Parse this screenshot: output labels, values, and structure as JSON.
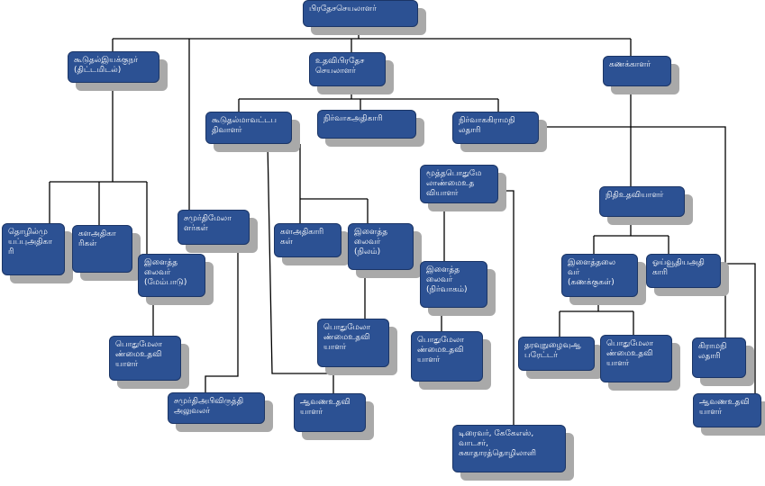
{
  "org_chart": {
    "nodes": [
      {
        "id": "pradesa-seyalalar",
        "label": "பிரதேசசெயலாளர்"
      },
      {
        "id": "kooduthal-iyakkunar",
        "label": "கூடுதல்இயக்குநர்\n(திட்டமிடல்)"
      },
      {
        "id": "uthavi-pradesa-seyalalar",
        "label": "உதவிபிரதேச\nசெயலாளர்"
      },
      {
        "id": "kanakkalar",
        "label": "கணக்காளர்"
      },
      {
        "id": "kooduthal-mavatta-pathivalar",
        "label": "கூடுதல்மாவட்டப\nதிவாளர்"
      },
      {
        "id": "nirvaga-athikari",
        "label": "நிர்வாகஅதிகாரி"
      },
      {
        "id": "nirvaga-grama-niladhari",
        "label": "நிர்வாககிராமநி\nலதாரி"
      },
      {
        "id": "moothth-pothu-melanmai",
        "label": "மூத்தபொதுமே\nலாண்மைஉத\nவியாளர்"
      },
      {
        "id": "samurdhi-melalar",
        "label": "சமுர்திமேலா\nளர்கள்"
      },
      {
        "id": "thozhil-ilappu-athikari",
        "label": "தொழில்மு\nயப்புஅதிகா\nரி"
      },
      {
        "id": "kala-athikarigal-1",
        "label": "களஅதிகா\nரிகள்"
      },
      {
        "id": "ilaiya-thalaivar-membadu",
        "label": "இளைத்த\nலைவர்\n(மேம்பாடு)"
      },
      {
        "id": "kala-athikarigal-2",
        "label": "களஅதிகாரி\nகள்"
      },
      {
        "id": "ilaiya-thalaivar-nilam",
        "label": "இளைத்த\nலைவர்\n(நிலம்)"
      },
      {
        "id": "ilaiya-thalaivar-nirvagam",
        "label": "இளைத்த\nலைவர்\n(நிர்வாகம்)"
      },
      {
        "id": "nithi-uthaviyalar",
        "label": "நிதிஉதவியாளர்"
      },
      {
        "id": "ilaiya-thalaivar-kanakkugal",
        "label": "இளைத்தலை\nவர்\n(கணக்குகள்)"
      },
      {
        "id": "oivoothiya-athikari",
        "label": "ஓய்வூதியஅதி\nகாரி"
      },
      {
        "id": "pothu-melanmai-1",
        "label": "பொதுமேலா\nண்மைஉதவி\nயாளர்"
      },
      {
        "id": "pothu-melanmai-2",
        "label": "பொதுமேலா\nண்மைஉதவி\nயாளர்"
      },
      {
        "id": "pothu-melanmai-3",
        "label": "பொதுமேலா\nண்மைஉதவி\nயாளர்"
      },
      {
        "id": "tharavu-nuzhaivu",
        "label": "தரவுநுழைவுஆ\nபரேட்டர்"
      },
      {
        "id": "pothu-melanmai-4",
        "label": "பொதுமேலா\nண்மைஉதவி\nயாளர்"
      },
      {
        "id": "grama-niladhari",
        "label": "கிராமநி\nலதாரி"
      },
      {
        "id": "samurdhi-valarchi",
        "label": "சமுர்திஅபிவிருத்தி\nஅலுவலர்"
      },
      {
        "id": "aavana-uthavi-1",
        "label": "ஆவணஉதவி\nயாளர்"
      },
      {
        "id": "aavana-uthavi-2",
        "label": "ஆவணஉதவி\nயாளர்"
      },
      {
        "id": "drivers-etc",
        "label": "டிரைவர், கேகேஎஸ்,\nவாடசர்,\nசுகாதாரத்தொழிலாளி"
      }
    ]
  }
}
